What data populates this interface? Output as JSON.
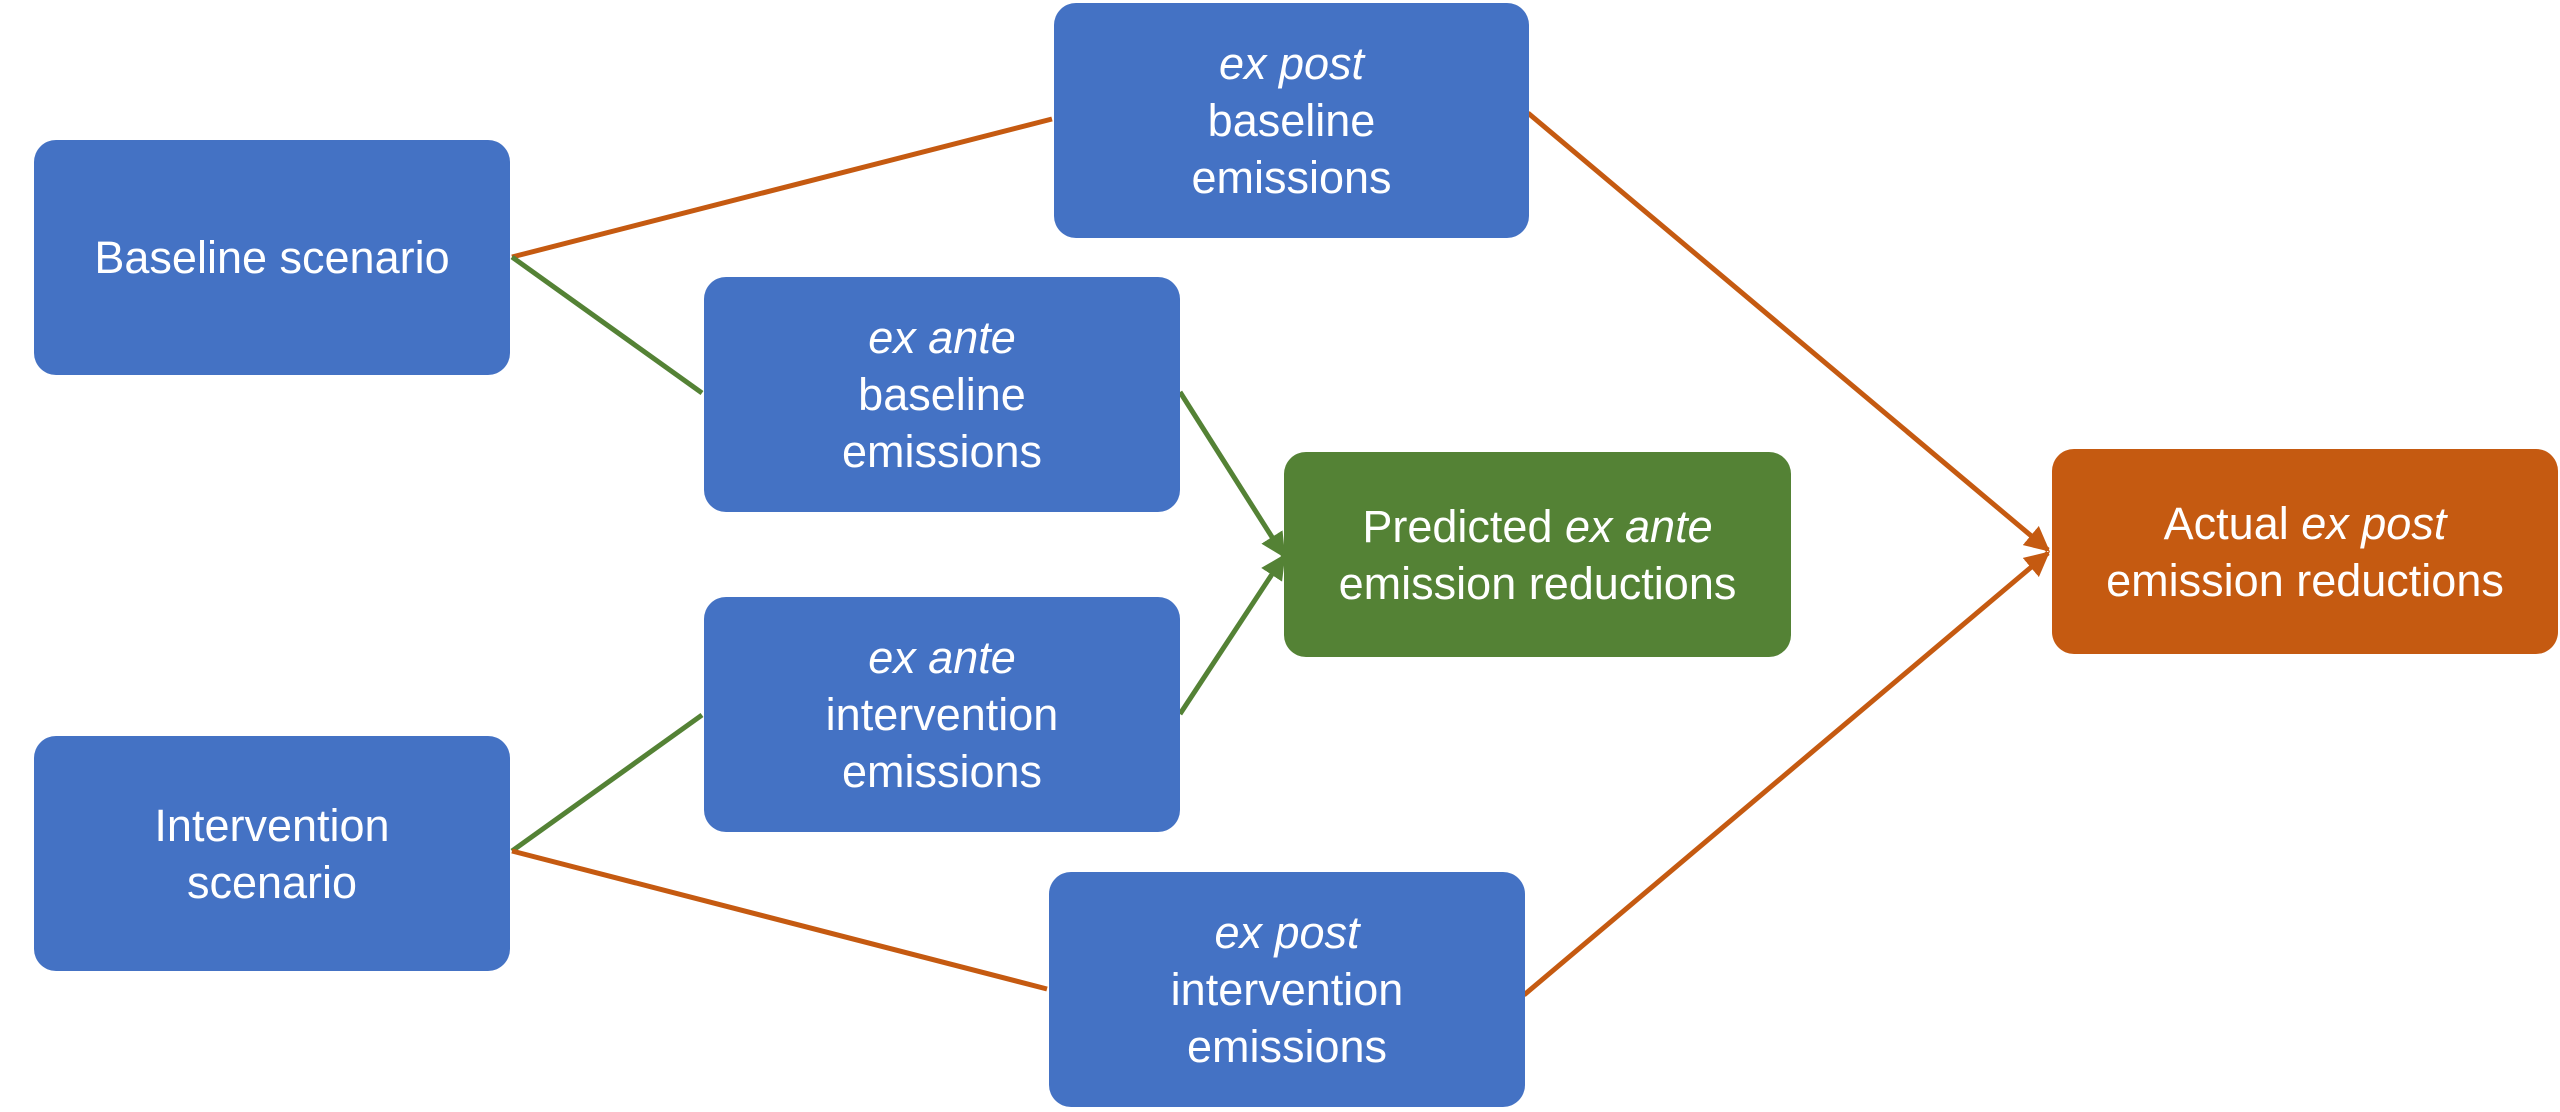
{
  "colors": {
    "box_blue": "#4472c4",
    "box_green": "#548235",
    "box_orange": "#c55a11",
    "connector_green": "#548235",
    "connector_orange": "#c55a11",
    "text": "#ffffff"
  },
  "nodes": {
    "baseline_scenario": {
      "label": "Baseline scenario"
    },
    "intervention_scenario": {
      "line1": "Intervention",
      "line2": "scenario"
    },
    "ex_post_baseline": {
      "qualifier": "ex post",
      "line2": "baseline",
      "line3": "emissions"
    },
    "ex_ante_baseline": {
      "qualifier": "ex ante",
      "line2": "baseline",
      "line3": "emissions"
    },
    "ex_ante_intervention": {
      "qualifier": "ex ante",
      "line2": "intervention",
      "line3": "emissions"
    },
    "ex_post_intervention": {
      "qualifier": "ex post",
      "line2": "intervention",
      "line3": "emissions"
    },
    "predicted_reductions": {
      "prefix": "Predicted ",
      "qualifier": "ex ante",
      "line2": "emission reductions"
    },
    "actual_reductions": {
      "prefix": "Actual ",
      "qualifier": "ex post",
      "line2": "emission reductions"
    }
  },
  "edges": [
    {
      "from": "baseline_scenario",
      "to": "ex_post_baseline",
      "color": "orange",
      "arrow": false
    },
    {
      "from": "baseline_scenario",
      "to": "ex_ante_baseline",
      "color": "green",
      "arrow": false
    },
    {
      "from": "intervention_scenario",
      "to": "ex_ante_intervention",
      "color": "green",
      "arrow": false
    },
    {
      "from": "intervention_scenario",
      "to": "ex_post_intervention",
      "color": "orange",
      "arrow": false
    },
    {
      "from": "ex_ante_baseline",
      "to": "predicted_reductions",
      "color": "green",
      "arrow": true
    },
    {
      "from": "ex_ante_intervention",
      "to": "predicted_reductions",
      "color": "green",
      "arrow": true
    },
    {
      "from": "ex_post_baseline",
      "to": "actual_reductions",
      "color": "orange",
      "arrow": true
    },
    {
      "from": "ex_post_intervention",
      "to": "actual_reductions",
      "color": "orange",
      "arrow": true
    }
  ]
}
